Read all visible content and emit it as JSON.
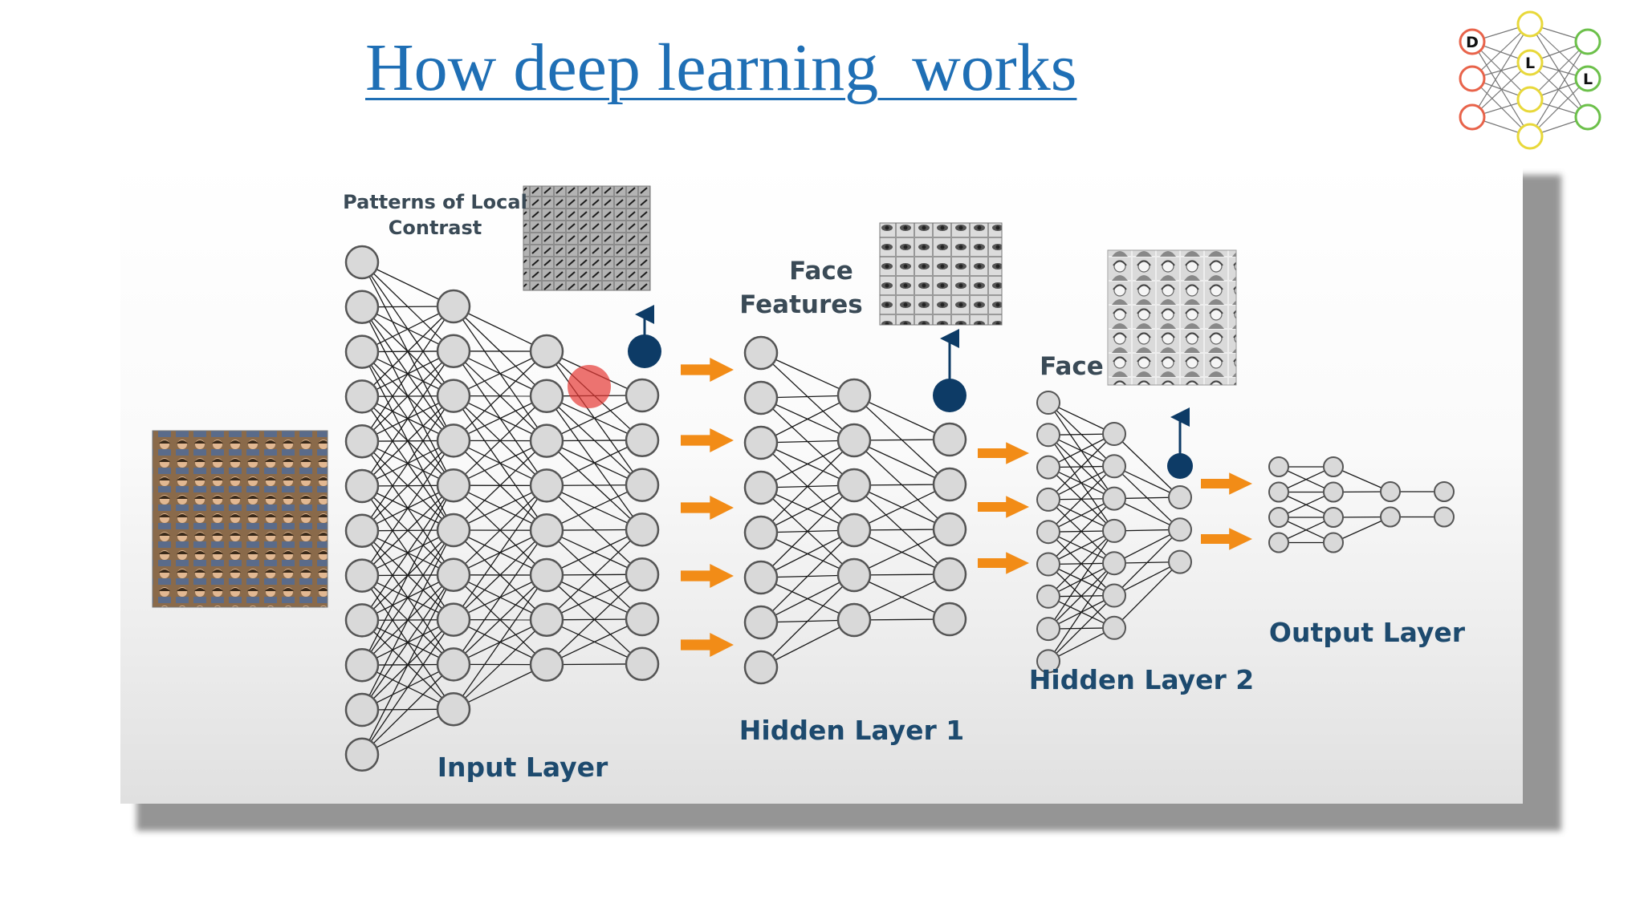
{
  "title": "How deep learning  works",
  "logo": {
    "letters": [
      "D",
      "L",
      "L"
    ]
  },
  "labels": {
    "patterns": [
      "Patterns of Local",
      "Contrast"
    ],
    "face_features": [
      "Face",
      "Features"
    ],
    "face": "Face",
    "input_layer": "Input Layer",
    "hidden_layer_1": "Hidden Layer 1",
    "hidden_layer_2": "Hidden Layer 2",
    "output_layer": "Output Layer"
  },
  "colors": {
    "title": "#1f6fb5",
    "arrow": "#f28c17",
    "highlight_node": "#0d3b66",
    "cursor": "#e53935",
    "node_fill": "#d9d9d9",
    "node_stroke": "#555555",
    "edge": "#1a1a1a"
  }
}
